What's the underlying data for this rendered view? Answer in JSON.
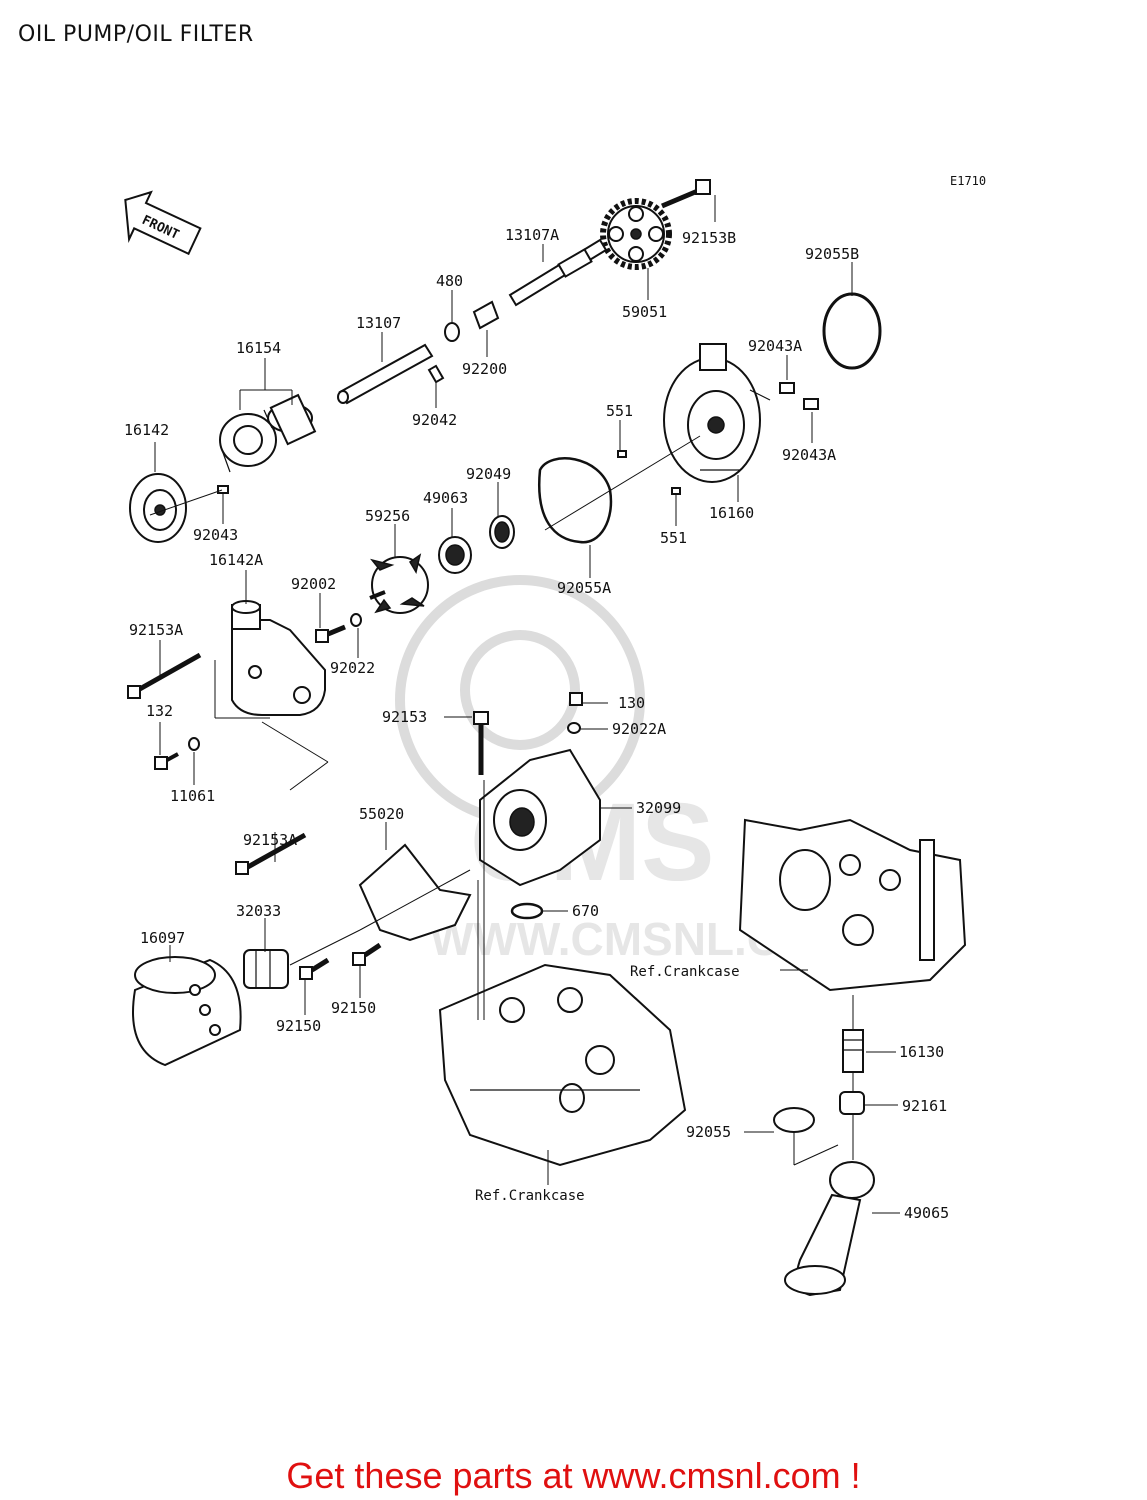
{
  "title": "OIL PUMP/OIL FILTER",
  "diagram_code": "E1710",
  "front_label": "FRONT",
  "watermark": {
    "brand": "CMS",
    "url": "WWW.CMSNL.COM"
  },
  "footer": {
    "text": "Get these parts at www.cmsnl.com !",
    "color": "#e01010"
  },
  "parts": [
    {
      "id": "92153B",
      "label": "92153B"
    },
    {
      "id": "13107A",
      "label": "13107A"
    },
    {
      "id": "92055B",
      "label": "92055B"
    },
    {
      "id": "480",
      "label": "480"
    },
    {
      "id": "13107",
      "label": "13107"
    },
    {
      "id": "59051",
      "label": "59051"
    },
    {
      "id": "16154",
      "label": "16154"
    },
    {
      "id": "92200",
      "label": "92200"
    },
    {
      "id": "92043A-1",
      "label": "92043A"
    },
    {
      "id": "92042",
      "label": "92042"
    },
    {
      "id": "551-1",
      "label": "551"
    },
    {
      "id": "16142",
      "label": "16142"
    },
    {
      "id": "92043A-2",
      "label": "92043A"
    },
    {
      "id": "92049",
      "label": "92049"
    },
    {
      "id": "49063",
      "label": "49063"
    },
    {
      "id": "16160",
      "label": "16160"
    },
    {
      "id": "92043",
      "label": "92043"
    },
    {
      "id": "59256",
      "label": "59256"
    },
    {
      "id": "551-2",
      "label": "551"
    },
    {
      "id": "16142A",
      "label": "16142A"
    },
    {
      "id": "92055A",
      "label": "92055A"
    },
    {
      "id": "92002",
      "label": "92002"
    },
    {
      "id": "92153A-1",
      "label": "92153A"
    },
    {
      "id": "92022",
      "label": "92022"
    },
    {
      "id": "130",
      "label": "130"
    },
    {
      "id": "132",
      "label": "132"
    },
    {
      "id": "92153",
      "label": "92153"
    },
    {
      "id": "92022A",
      "label": "92022A"
    },
    {
      "id": "11061",
      "label": "11061"
    },
    {
      "id": "32099",
      "label": "32099"
    },
    {
      "id": "55020",
      "label": "55020"
    },
    {
      "id": "92153A-2",
      "label": "92153A"
    },
    {
      "id": "670",
      "label": "670"
    },
    {
      "id": "32033",
      "label": "32033"
    },
    {
      "id": "16097",
      "label": "16097"
    },
    {
      "id": "92150-1",
      "label": "92150"
    },
    {
      "id": "92150-2",
      "label": "92150"
    },
    {
      "id": "16130",
      "label": "16130"
    },
    {
      "id": "92161",
      "label": "92161"
    },
    {
      "id": "92055",
      "label": "92055"
    },
    {
      "id": "49065",
      "label": "49065"
    }
  ],
  "references": [
    {
      "id": "ref-upper",
      "label": "Ref.Crankcase"
    },
    {
      "id": "ref-lower",
      "label": "Ref.Crankcase"
    }
  ]
}
